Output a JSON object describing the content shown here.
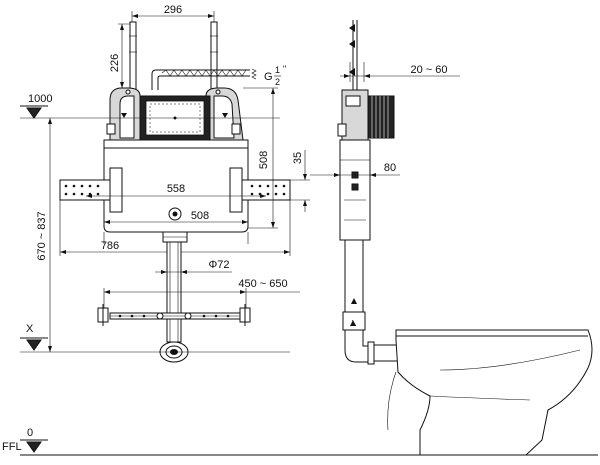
{
  "front_view": {
    "top_width": "296",
    "frame_height": "226",
    "overall_width": "786",
    "frame_width": "558",
    "tank_width": "508",
    "tank_height": "508",
    "bracket_offset": "35",
    "pipe_diameter": "Φ72",
    "foot_range": "450 ~ 650",
    "level_top": "1000",
    "height_range": "670 ~ 837",
    "level_x": "X",
    "ffl_label": "FFL",
    "ffl_value": "0"
  },
  "side_view": {
    "wall_offset": "20 ~ 60",
    "depth": "80",
    "inlet_label": "G",
    "inlet_fraction_num": "1",
    "inlet_fraction_den": "2",
    "inlet_unit": "\""
  },
  "colors": {
    "line": "#111111",
    "shade": "#d8d8d8",
    "background": "#ffffff"
  }
}
